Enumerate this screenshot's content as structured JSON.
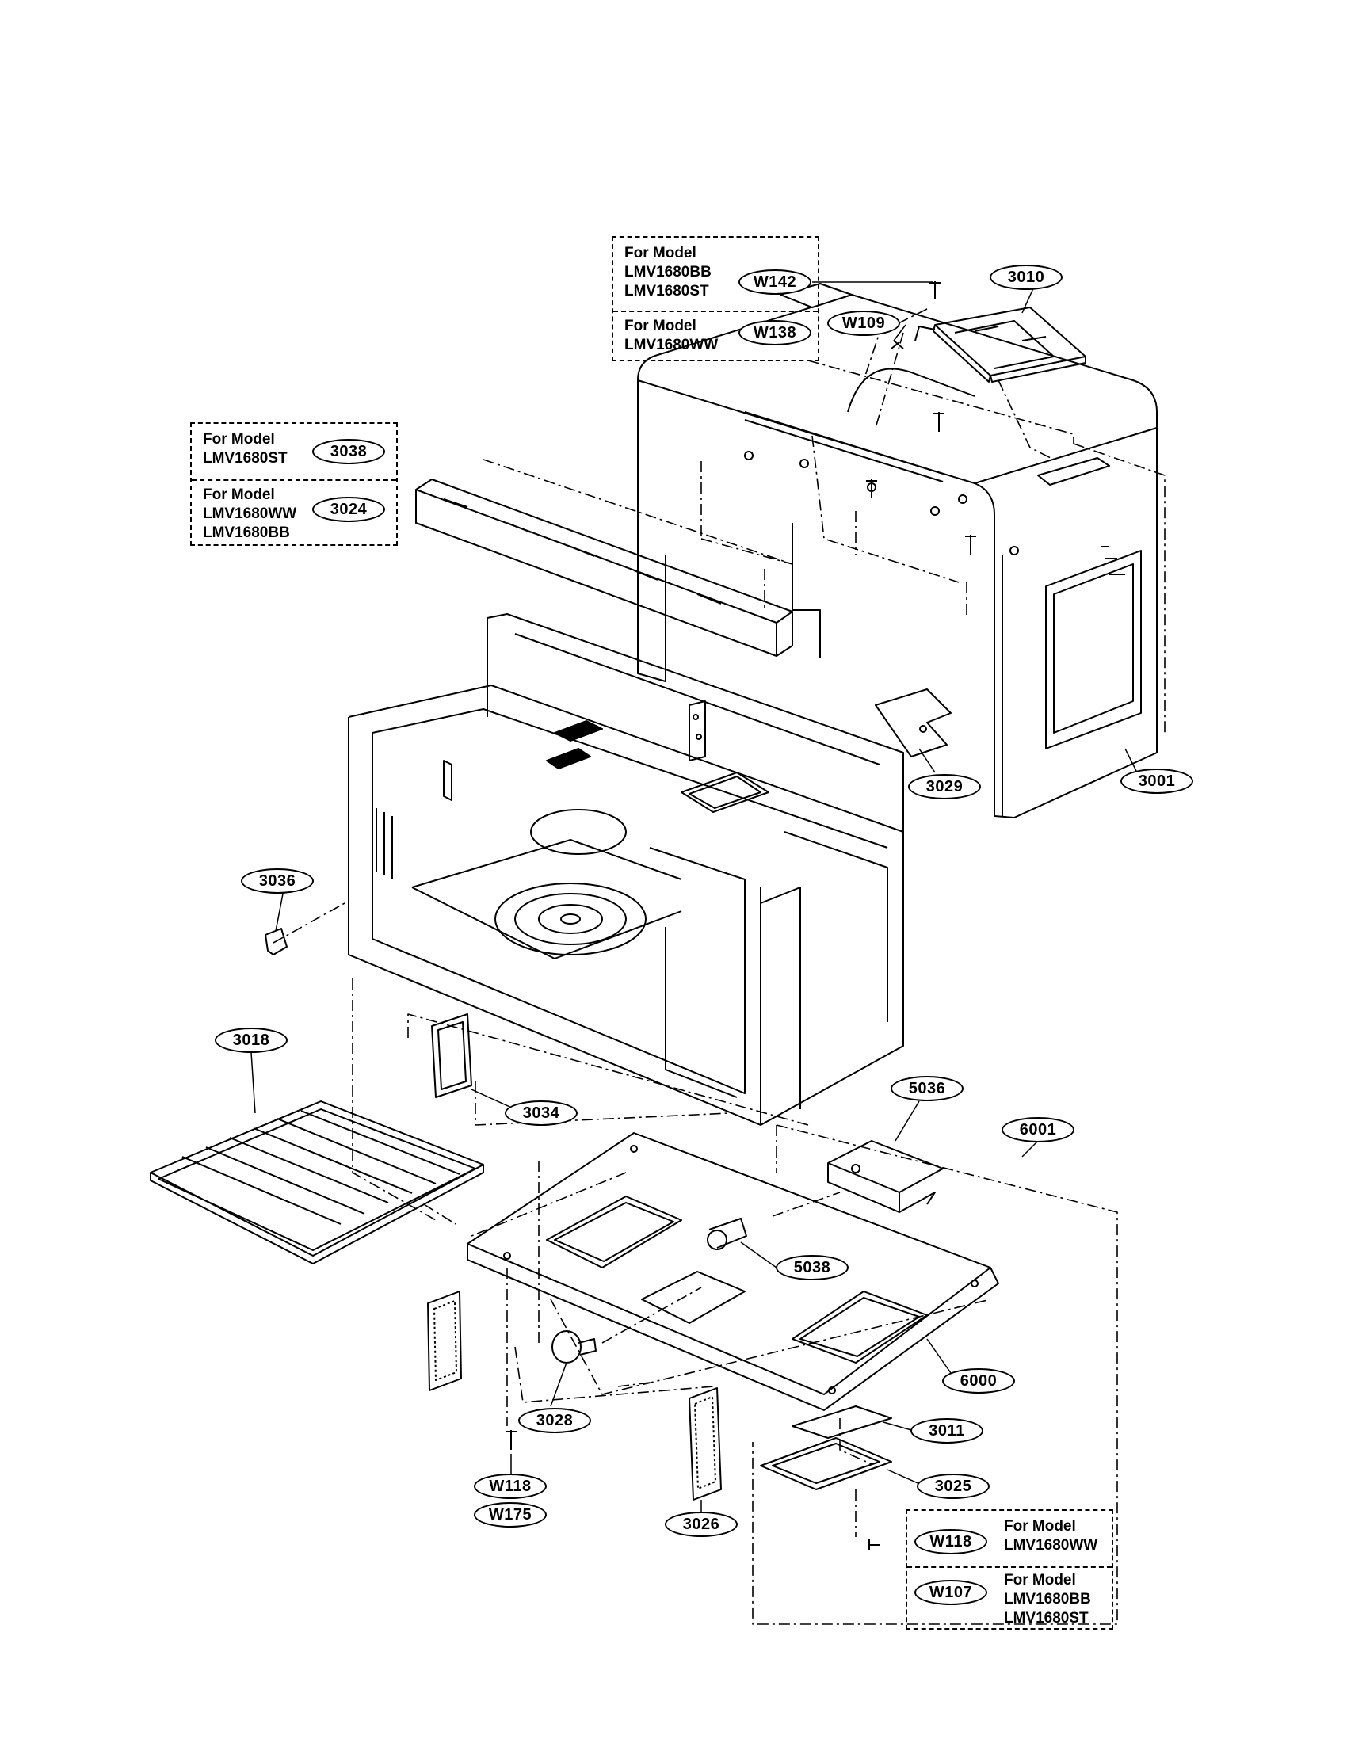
{
  "parts": [
    {
      "id": "w142",
      "label": "W142"
    },
    {
      "id": "w138",
      "label": "W138"
    },
    {
      "id": "w109",
      "label": "W109"
    },
    {
      "id": "p3010",
      "label": "3010"
    },
    {
      "id": "p3038",
      "label": "3038"
    },
    {
      "id": "p3024",
      "label": "3024"
    },
    {
      "id": "p3029",
      "label": "3029"
    },
    {
      "id": "p3001",
      "label": "3001"
    },
    {
      "id": "p3036",
      "label": "3036"
    },
    {
      "id": "p3018",
      "label": "3018"
    },
    {
      "id": "p3034",
      "label": "3034"
    },
    {
      "id": "p5036",
      "label": "5036"
    },
    {
      "id": "p6001",
      "label": "6001"
    },
    {
      "id": "p5038",
      "label": "5038"
    },
    {
      "id": "p6000",
      "label": "6000"
    },
    {
      "id": "p3028",
      "label": "3028"
    },
    {
      "id": "p3011",
      "label": "3011"
    },
    {
      "id": "p3025",
      "label": "3025"
    },
    {
      "id": "w118a",
      "label": "W118"
    },
    {
      "id": "w175",
      "label": "W175"
    },
    {
      "id": "p3026",
      "label": "3026"
    },
    {
      "id": "w118b",
      "label": "W118"
    },
    {
      "id": "w107",
      "label": "W107"
    }
  ],
  "model_boxes": {
    "top": [
      {
        "text": "For Model\nLMV1680BB\nLMV1680ST"
      },
      {
        "text": "For Model\nLMV1680WW"
      }
    ],
    "left": [
      {
        "text": "For Model\nLMV1680ST"
      },
      {
        "text": "For Model\nLMV1680WW\nLMV1680BB"
      }
    ],
    "bottom": [
      {
        "text": "For Model\nLMV1680WW"
      },
      {
        "text": "For Model\nLMV1680BB\nLMV1680ST"
      }
    ]
  }
}
